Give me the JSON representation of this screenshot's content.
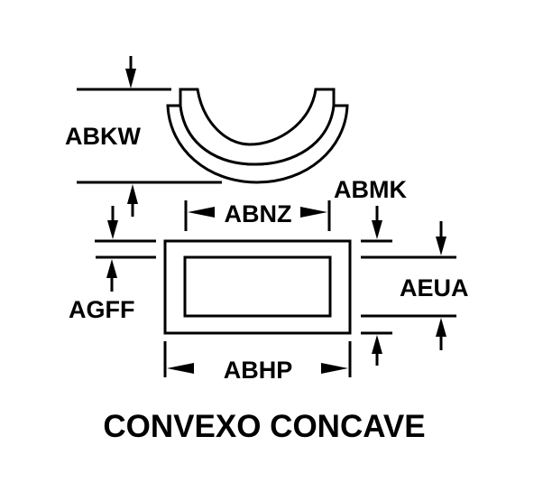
{
  "title": "CONVEXO CONCAVE",
  "dimensions": {
    "abkw": "ABKW",
    "abnz": "ABNZ",
    "abmk": "ABMK",
    "agff": "AGFF",
    "aeua": "AEUA",
    "abhp": "ABHP"
  }
}
